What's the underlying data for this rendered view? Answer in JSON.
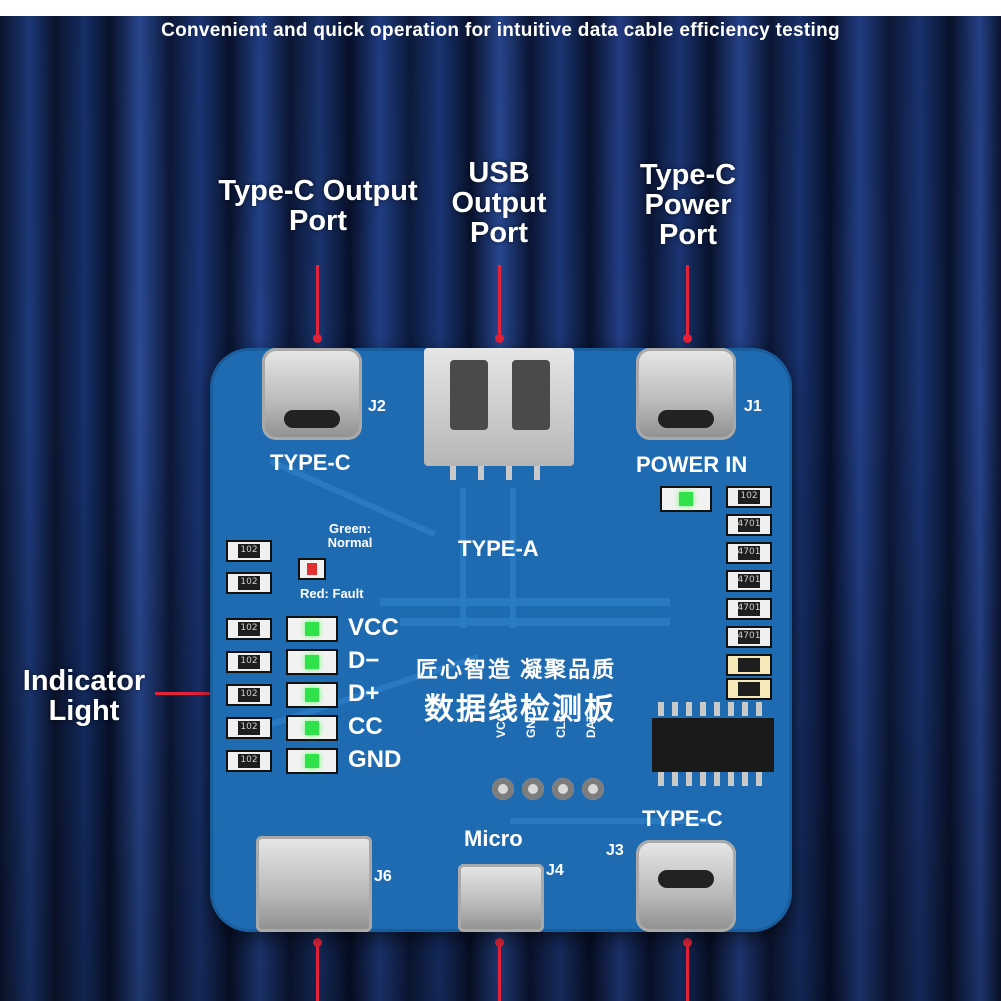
{
  "tagline": "Convenient and quick operation for intuitive data cable efficiency testing",
  "callouts": {
    "typec_output": "Type-C Output Port",
    "usb_output": "USB Output Port",
    "typec_power": "Type-C Power Port",
    "indicator": "Indicator Light"
  },
  "silkscreen": {
    "j2": "J2",
    "type_c_top": "TYPE-C",
    "type_a": "TYPE-A",
    "j1": "J1",
    "power_in": "POWER IN",
    "green_normal": "Green: Normal",
    "red_fault": "Red: Fault",
    "vcc": "VCC",
    "dminus": "D−",
    "dplus": "D+",
    "cc": "CC",
    "gnd": "GND",
    "chinese_1": "匠心智造 凝聚品质",
    "chinese_2": "数据线检测板",
    "pad_vcc": "VCC",
    "pad_gnd": "GND",
    "pad_clk": "CLK",
    "pad_dat": "DAT",
    "type_c_bottom": "TYPE-C",
    "j3": "J3",
    "micro": "Micro",
    "j4": "J4",
    "j6": "J6"
  },
  "resistor_codes": {
    "r102": "102",
    "r4701": "4701"
  },
  "colors": {
    "pcb_blue": "#1f6bb1",
    "callout_red": "#e4223a",
    "led_green": "#2fe24a"
  }
}
